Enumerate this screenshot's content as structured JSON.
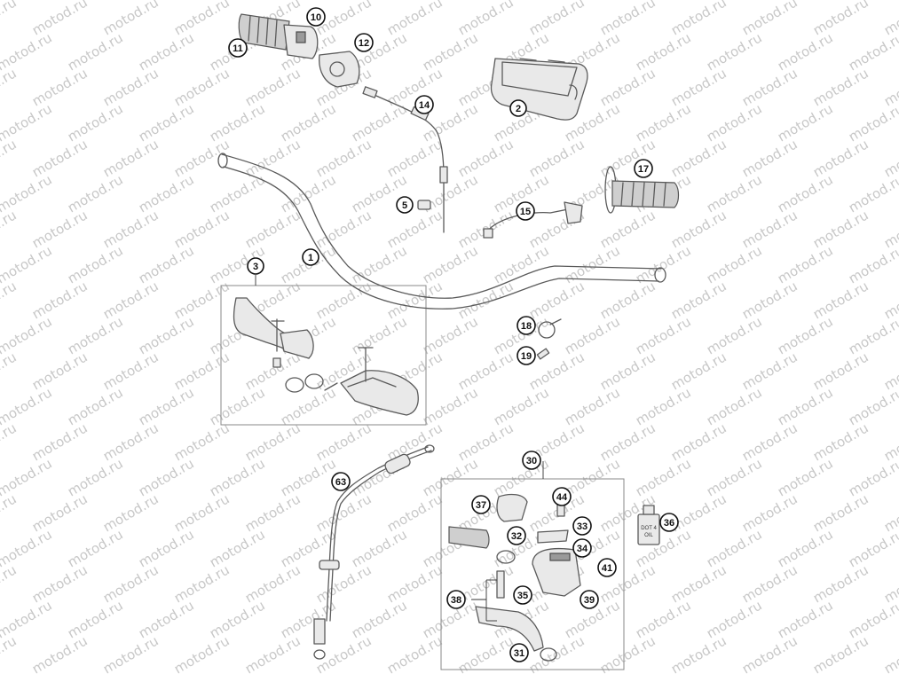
{
  "watermark": {
    "text": "motod.ru",
    "color": "#c8c8c8"
  },
  "oil_bottle": {
    "label_line1": "DOT 4",
    "label_line2": "OIL"
  },
  "callouts": [
    {
      "id": "c1",
      "label": "1"
    },
    {
      "id": "c2",
      "label": "2"
    },
    {
      "id": "c3",
      "label": "3"
    },
    {
      "id": "c5",
      "label": "5"
    },
    {
      "id": "c10",
      "label": "10"
    },
    {
      "id": "c11",
      "label": "11"
    },
    {
      "id": "c12",
      "label": "12"
    },
    {
      "id": "c14",
      "label": "14"
    },
    {
      "id": "c15",
      "label": "15"
    },
    {
      "id": "c17",
      "label": "17"
    },
    {
      "id": "c18",
      "label": "18"
    },
    {
      "id": "c19",
      "label": "19"
    },
    {
      "id": "c30",
      "label": "30"
    },
    {
      "id": "c31",
      "label": "31"
    },
    {
      "id": "c32",
      "label": "32"
    },
    {
      "id": "c33",
      "label": "33"
    },
    {
      "id": "c34",
      "label": "34"
    },
    {
      "id": "c35",
      "label": "35"
    },
    {
      "id": "c36",
      "label": "36"
    },
    {
      "id": "c37",
      "label": "37"
    },
    {
      "id": "c38",
      "label": "38"
    },
    {
      "id": "c39",
      "label": "39"
    },
    {
      "id": "c41",
      "label": "41"
    },
    {
      "id": "c44",
      "label": "44"
    },
    {
      "id": "c63",
      "label": "63"
    }
  ]
}
